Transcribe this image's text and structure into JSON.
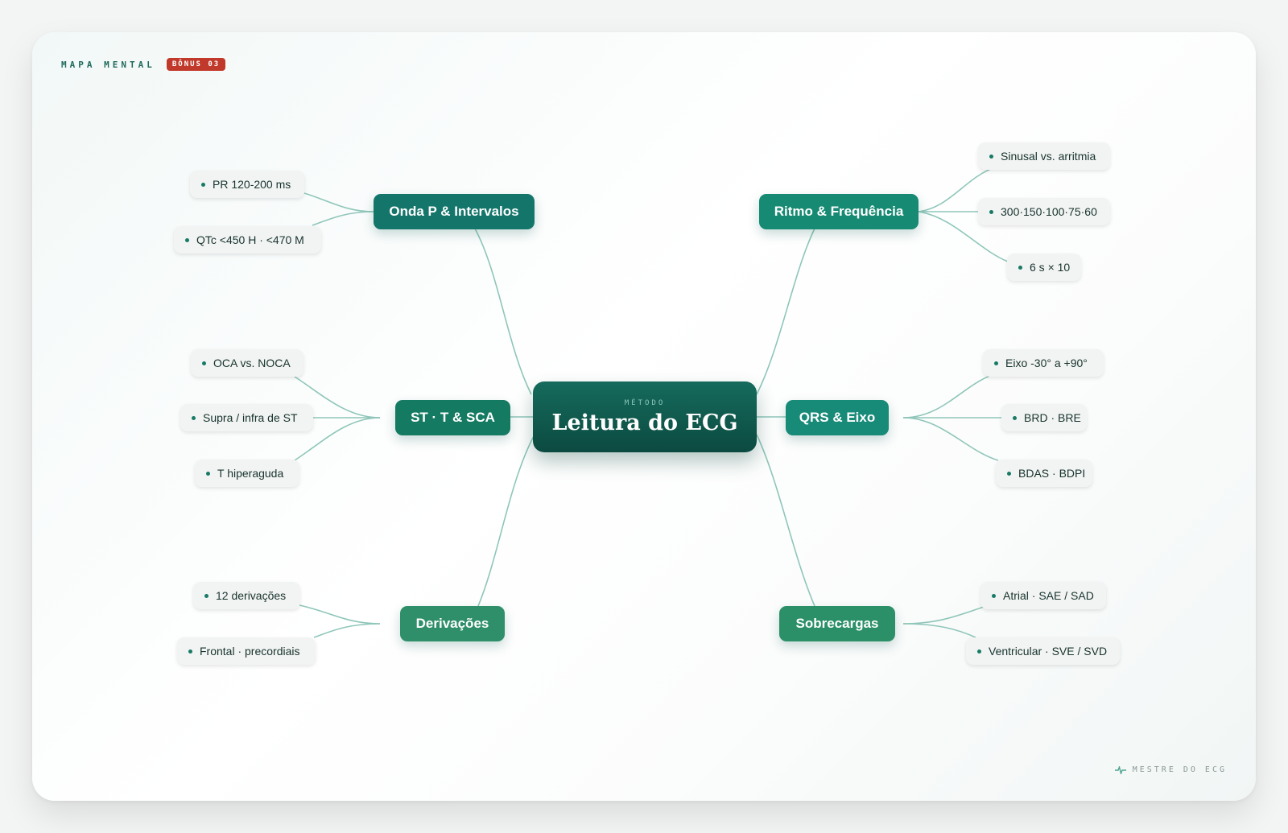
{
  "header": {
    "kicker": "MAPA MENTAL",
    "badge": "BÔNUS 03"
  },
  "center": {
    "kicker": "MÉTODO",
    "title": "Leitura do ECG"
  },
  "branches": [
    {
      "label": "Onda P & Intervalos",
      "color": "#14766b",
      "leaves": [
        "PR 120-200 ms",
        "QTc <450 H · <470 M"
      ]
    },
    {
      "label": "Ritmo & Frequência",
      "color": "#168a72",
      "leaves": [
        "Sinusal vs. arritmia",
        "300·150·100·75·60",
        "6 s × 10"
      ]
    },
    {
      "label": "ST · T & SCA",
      "color": "#157a62",
      "leaves": [
        "OCA vs. NOCA",
        "Supra / infra de ST",
        "T hiperaguda"
      ]
    },
    {
      "label": "QRS & Eixo",
      "color": "#178a78",
      "leaves": [
        "Eixo -30° a +90°",
        "BRD · BRE",
        "BDAS · BDPI"
      ]
    },
    {
      "label": "Derivações",
      "color": "#2f8f6a",
      "leaves": [
        "12 derivações",
        "Frontal · precordiais"
      ]
    },
    {
      "label": "Sobrecargas",
      "color": "#2b9068",
      "leaves": [
        "Atrial · SAE / SAD",
        "Ventricular · SVE / SVD"
      ]
    }
  ],
  "footer": {
    "icon": "ecg-wave-icon",
    "text": "MESTRE DO ECG"
  },
  "colors": {
    "link": "#8fc6b9",
    "accent": "#c0392b"
  }
}
